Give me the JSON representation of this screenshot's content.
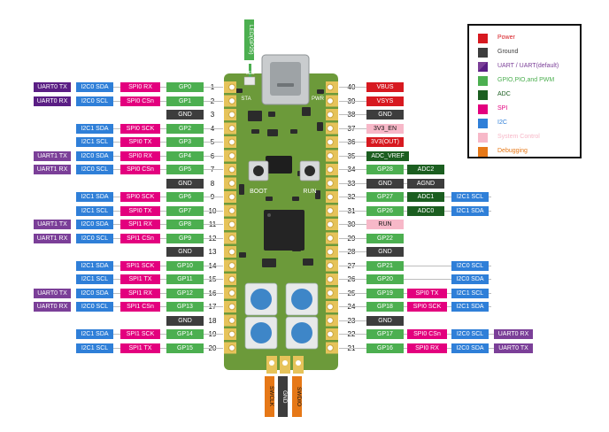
{
  "colors": {
    "power": "#d71920",
    "ground": "#3d3d3d",
    "uart": "#7b3f98",
    "uart_default": "#5a1e84",
    "gpio": "#4caf50",
    "adc": "#1b5e20",
    "spi": "#e3007e",
    "i2c": "#2f7fd8",
    "sysctl": "#f7b8c8",
    "debug": "#e67817",
    "board": "#6c9a3a"
  },
  "legend": [
    {
      "swatch": "power",
      "text": "Power",
      "color": "#d71920"
    },
    {
      "swatch": "ground",
      "text": "Ground",
      "color": "#3d3d3d"
    },
    {
      "swatch": "uart",
      "text": "UART / UART(default)",
      "color": "#7b3f98"
    },
    {
      "swatch": "gpio",
      "text": "GPIO,PIO,and PWM",
      "color": "#4caf50"
    },
    {
      "swatch": "adc",
      "text": "ADC",
      "color": "#1b5e20"
    },
    {
      "swatch": "spi",
      "text": "SPI",
      "color": "#e3007e"
    },
    {
      "swatch": "i2c",
      "text": "I2C",
      "color": "#2f7fd8"
    },
    {
      "swatch": "sysctl",
      "text": "System Control",
      "color": "#f7b8c8"
    },
    {
      "swatch": "debug",
      "text": "Debugging",
      "color": "#e67817"
    }
  ],
  "board": {
    "led_label": "LED(GP25)",
    "led_code": "LED",
    "boot": "BOOT",
    "run": "RUN",
    "sta": "STA",
    "pwr": "PWR",
    "debug_pins": [
      "SWCLK",
      "GND",
      "SWDIO"
    ]
  },
  "left_pins": [
    {
      "num": "1",
      "gp": "GP0",
      "spi": "SPI0 RX",
      "i2c": "I2C0 SDA",
      "uart": "UART0 TX",
      "uart_default": true
    },
    {
      "num": "2",
      "gp": "GP1",
      "spi": "SPI0 CSn",
      "i2c": "I2C0 SCL",
      "uart": "UART0 RX",
      "uart_default": true
    },
    {
      "num": "3",
      "gnd": "GND"
    },
    {
      "num": "4",
      "gp": "GP2",
      "spi": "SPI0 SCK",
      "i2c": "I2C1 SDA"
    },
    {
      "num": "5",
      "gp": "GP3",
      "spi": "SPI0 TX",
      "i2c": "I2C1 SCL"
    },
    {
      "num": "6",
      "gp": "GP4",
      "spi": "SPI0 RX",
      "i2c": "I2C0 SDA",
      "uart": "UART1 TX"
    },
    {
      "num": "7",
      "gp": "GP5",
      "spi": "SPI0 CSn",
      "i2c": "I2C0 SCL",
      "uart": "UART1 RX"
    },
    {
      "num": "8",
      "gnd": "GND"
    },
    {
      "num": "9",
      "gp": "GP6",
      "spi": "SPI0 SCK",
      "i2c": "I2C1 SDA"
    },
    {
      "num": "10",
      "gp": "GP7",
      "spi": "SPI0 TX",
      "i2c": "I2C1 SCL"
    },
    {
      "num": "11",
      "gp": "GP8",
      "spi": "SPI1 RX",
      "i2c": "I2C0 SDA",
      "uart": "UART1 TX"
    },
    {
      "num": "12",
      "gp": "GP9",
      "spi": "SPI1 CSn",
      "i2c": "I2C0 SCL",
      "uart": "UART1 RX"
    },
    {
      "num": "13",
      "gnd": "GND"
    },
    {
      "num": "14",
      "gp": "GP10",
      "spi": "SPI1 SCK",
      "i2c": "I2C1 SDA"
    },
    {
      "num": "15",
      "gp": "GP11",
      "spi": "SPI1 TX",
      "i2c": "I2C1 SCL"
    },
    {
      "num": "16",
      "gp": "GP12",
      "spi": "SPI1 RX",
      "i2c": "I2C0 SDA",
      "uart": "UART0 TX"
    },
    {
      "num": "17",
      "gp": "GP13",
      "spi": "SPI1 CSn",
      "i2c": "I2C0 SCL",
      "uart": "UART0 RX"
    },
    {
      "num": "18",
      "gnd": "GND"
    },
    {
      "num": "19",
      "gp": "GP14",
      "spi": "SPI1 SCK",
      "i2c": "I2C1 SDA"
    },
    {
      "num": "20",
      "gp": "GP15",
      "spi": "SPI1 TX",
      "i2c": "I2C1 SCL"
    }
  ],
  "right_pins": [
    {
      "num": "40",
      "main": "VBUS",
      "type": "power"
    },
    {
      "num": "39",
      "main": "VSYS",
      "type": "power"
    },
    {
      "num": "38",
      "main": "GND",
      "type": "ground"
    },
    {
      "num": "37",
      "main": "3V3_EN",
      "type": "sysctl"
    },
    {
      "num": "36",
      "main": "3V3(OUT)",
      "type": "power"
    },
    {
      "num": "35",
      "main": "ADC_VREF",
      "type": "adc",
      "wide": true
    },
    {
      "num": "34",
      "main": "GP28",
      "type": "gpio",
      "adc": "ADC2"
    },
    {
      "num": "33",
      "main": "GND",
      "type": "ground",
      "agnd": "AGND"
    },
    {
      "num": "32",
      "main": "GP27",
      "type": "gpio",
      "adc": "ADC1",
      "i2c": "I2C1 SCL"
    },
    {
      "num": "31",
      "main": "GP26",
      "type": "gpio",
      "adc": "ADC0",
      "i2c": "I2C1 SDA"
    },
    {
      "num": "30",
      "main": "RUN",
      "type": "sysctl"
    },
    {
      "num": "29",
      "main": "GP22",
      "type": "gpio"
    },
    {
      "num": "28",
      "main": "GND",
      "type": "ground"
    },
    {
      "num": "27",
      "main": "GP21",
      "type": "gpio",
      "i2c_far": "I2C0 SCL"
    },
    {
      "num": "26",
      "main": "GP20",
      "type": "gpio",
      "i2c_far": "I2C0 SDA"
    },
    {
      "num": "25",
      "main": "GP19",
      "type": "gpio",
      "spi": "SPI0 TX",
      "i2c": "I2C1 SCL"
    },
    {
      "num": "24",
      "main": "GP18",
      "type": "gpio",
      "spi": "SPI0 SCK",
      "i2c": "I2C1 SDA"
    },
    {
      "num": "23",
      "main": "GND",
      "type": "ground"
    },
    {
      "num": "22",
      "main": "GP17",
      "type": "gpio",
      "spi": "SPI0 CSn",
      "i2c": "I2C0 SCL",
      "uart": "UART0 RX"
    },
    {
      "num": "21",
      "main": "GP16",
      "type": "gpio",
      "spi": "SPI0 RX",
      "i2c": "I2C0 SDA",
      "uart": "UART0 TX"
    }
  ]
}
